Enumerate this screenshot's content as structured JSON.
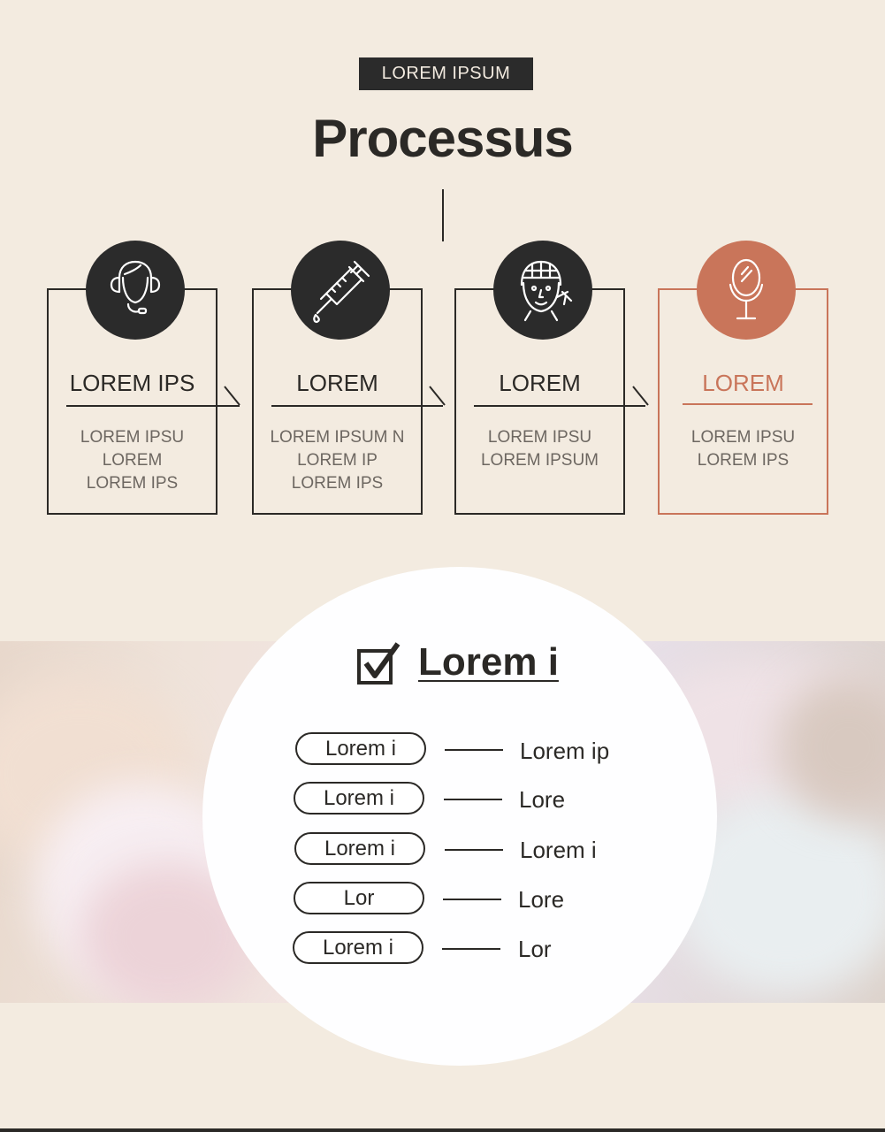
{
  "header": {
    "tag": "LOREM IPSUM",
    "title": "Processus"
  },
  "steps": [
    {
      "icon": "headset-person-icon",
      "title": "LOREM IPS",
      "lines": [
        "LOREM IPSU",
        "LOREM",
        "LOREM IPS"
      ]
    },
    {
      "icon": "syringe-icon",
      "title": "LOREM",
      "lines": [
        "LOREM IPSUM N",
        "LOREM IP",
        "LOREM IPS"
      ]
    },
    {
      "icon": "face-treatment-icon",
      "title": "LOREM",
      "lines": [
        "LOREM IPSU",
        "LOREM IPSUM"
      ]
    },
    {
      "icon": "mirror-icon",
      "title": "LOREM",
      "lines": [
        "LOREM IPSU",
        "LOREM IPS"
      ]
    }
  ],
  "colors": {
    "background": "#f3ebe0",
    "dark": "#2b2b2b",
    "accent": "#c9755a",
    "muted_text": "#6d6761"
  },
  "checklist": {
    "icon": "checkbox-checked-icon",
    "title": "Lorem i",
    "rows": [
      {
        "label": "Lorem i",
        "value": "Lorem ip"
      },
      {
        "label": "Lorem i",
        "value": "Lore"
      },
      {
        "label": "Lorem i",
        "value": "Lorem i"
      },
      {
        "label": "Lor",
        "value": "Lore"
      },
      {
        "label": "Lorem i",
        "value": "Lor"
      }
    ]
  },
  "background_image": "blurred-spa-treatment-photo"
}
